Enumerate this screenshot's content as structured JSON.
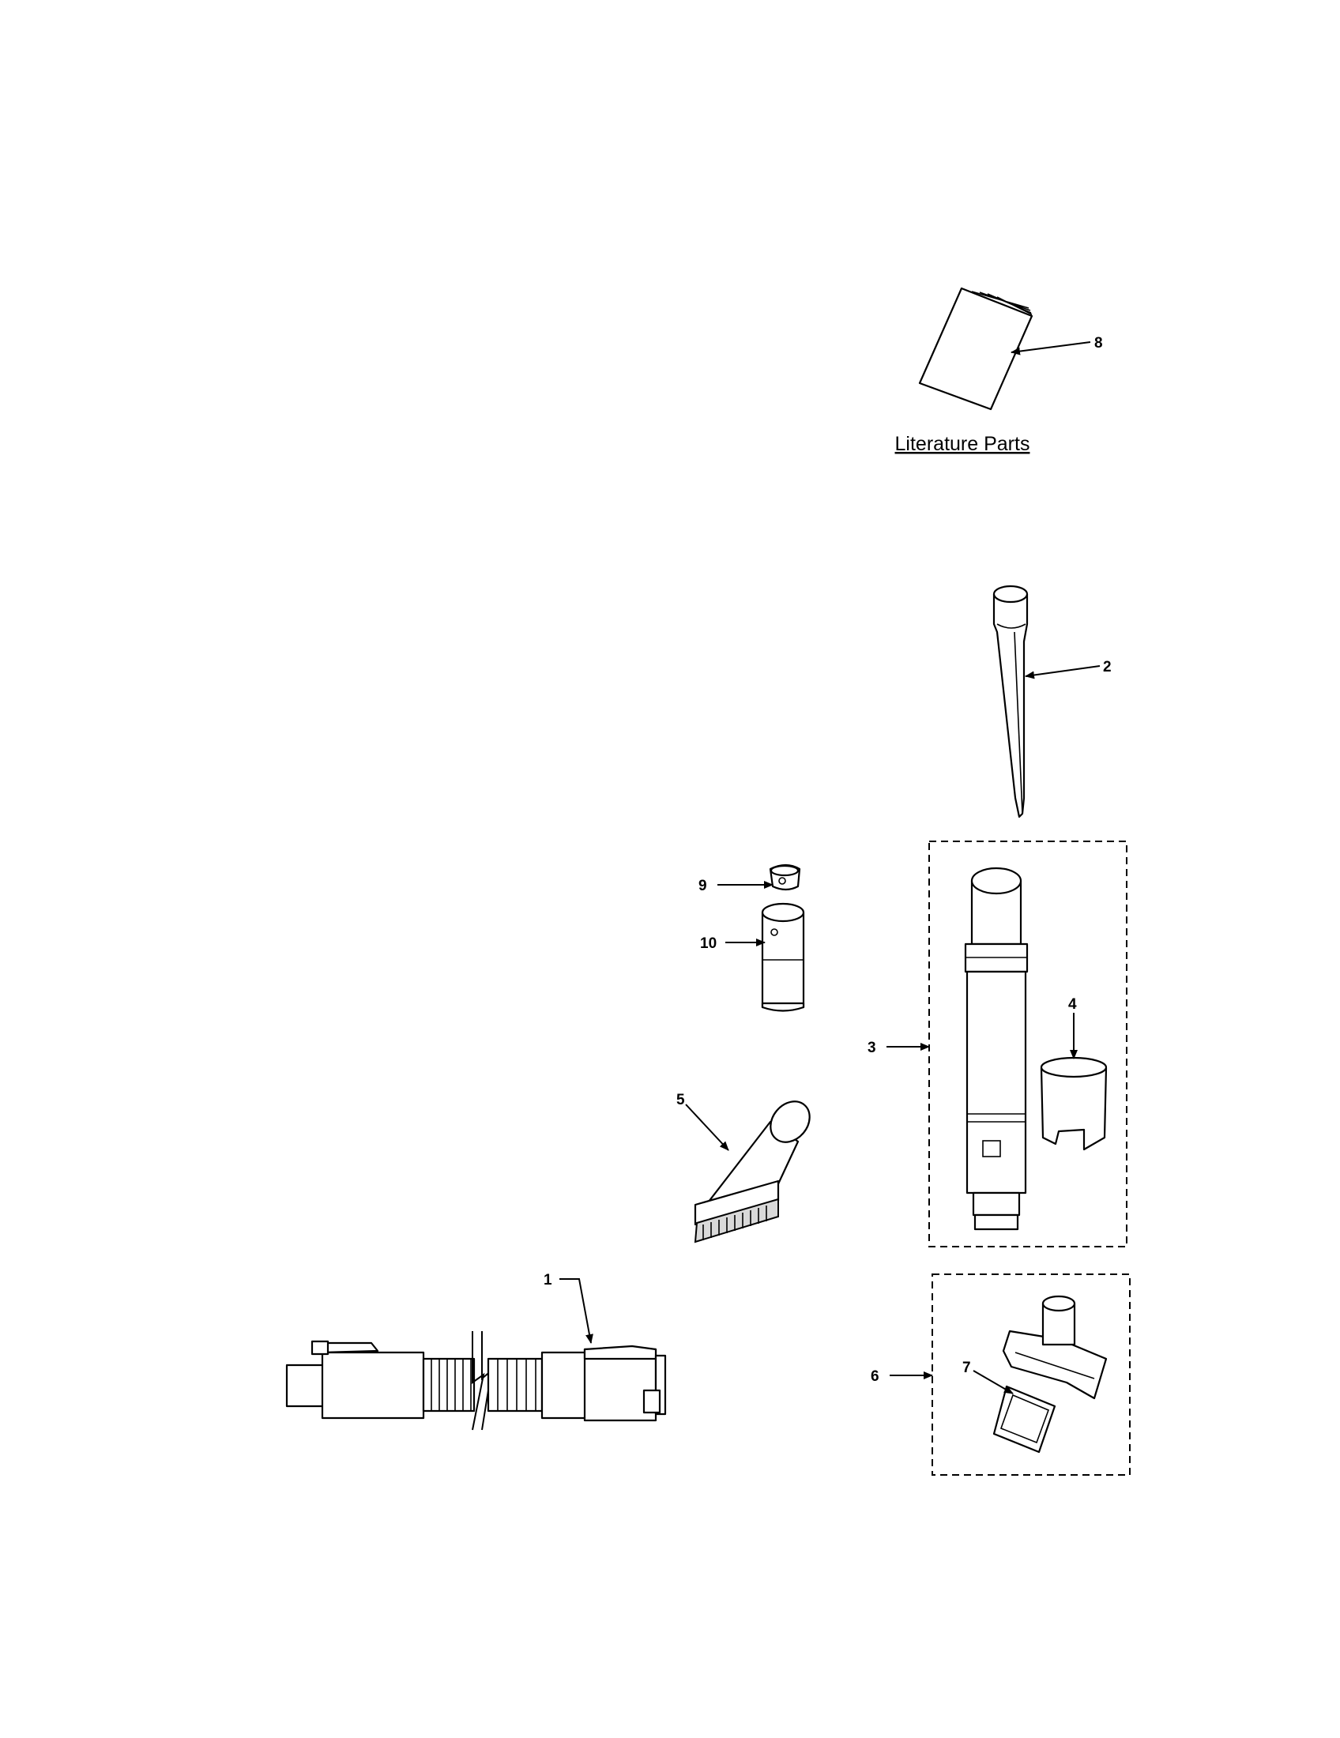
{
  "literature": {
    "title": "Literature Parts"
  },
  "callouts": {
    "p1": "1",
    "p2": "2",
    "p3": "3",
    "p4": "4",
    "p5": "5",
    "p6": "6",
    "p7": "7",
    "p8": "8",
    "p9": "9",
    "p10": "10"
  },
  "parts": [
    {
      "number": "1",
      "icon": "hose-assembly-icon"
    },
    {
      "number": "2",
      "icon": "crevice-tool-icon"
    },
    {
      "number": "3",
      "icon": "extension-wand-kit-icon"
    },
    {
      "number": "4",
      "icon": "wand-clip-icon"
    },
    {
      "number": "5",
      "icon": "dusting-brush-icon"
    },
    {
      "number": "6",
      "icon": "upholstery-tool-kit-icon"
    },
    {
      "number": "7",
      "icon": "upholstery-insert-icon"
    },
    {
      "number": "8",
      "icon": "owners-manual-icon"
    },
    {
      "number": "9",
      "icon": "small-clip-icon"
    },
    {
      "number": "10",
      "icon": "adapter-tube-icon"
    }
  ]
}
